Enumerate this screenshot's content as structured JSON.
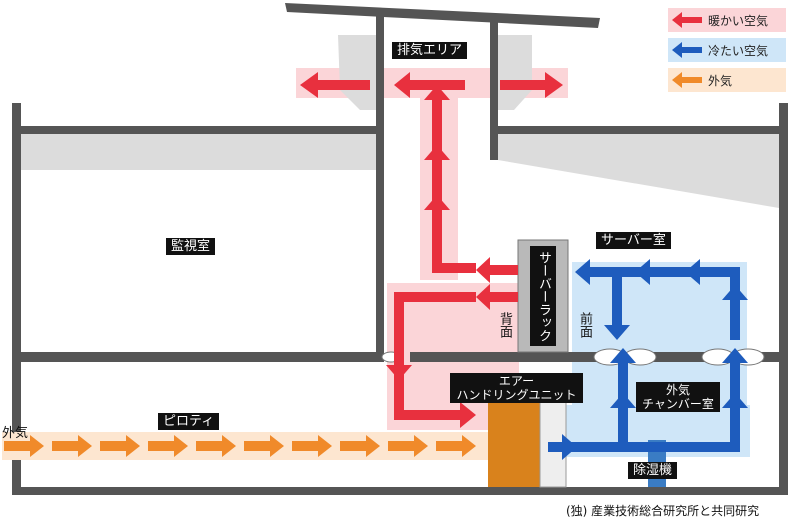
{
  "legend": [
    {
      "label": "暖かい空気",
      "color": "#e8303e",
      "bg": "#fbd5d8",
      "icon": "red-arrow-icon"
    },
    {
      "label": "冷たい空気",
      "color": "#1e5cbd",
      "bg": "#cfe6f8",
      "icon": "blue-arrow-icon"
    },
    {
      "label": "外気",
      "color": "#f08a2a",
      "bg": "#fde6d0",
      "icon": "orange-arrow-icon"
    }
  ],
  "labels": {
    "exhaust_area": "排気エリア",
    "monitoring_room": "監視室",
    "server_room": "サーバー室",
    "server_rack": "サーバーラック",
    "back": "背面",
    "front": "前面",
    "ahu_line1": "エアー",
    "ahu_line2": "ハンドリングユニット",
    "chamber_line1": "外気",
    "chamber_line2": "チャンバー室",
    "piloti": "ピロティ",
    "outside_air": "外気",
    "dehumidifier": "除湿機",
    "credit": "(独) 産業技術総合研究所と共同研究"
  },
  "colors": {
    "warm": "#e8303e",
    "cool": "#1e5cbd",
    "outside": "#f08a2a",
    "warm_bg": "#fbd5d8",
    "cool_bg": "#cfe6f8",
    "wall": "#555555",
    "ahu": "#d9821c"
  }
}
